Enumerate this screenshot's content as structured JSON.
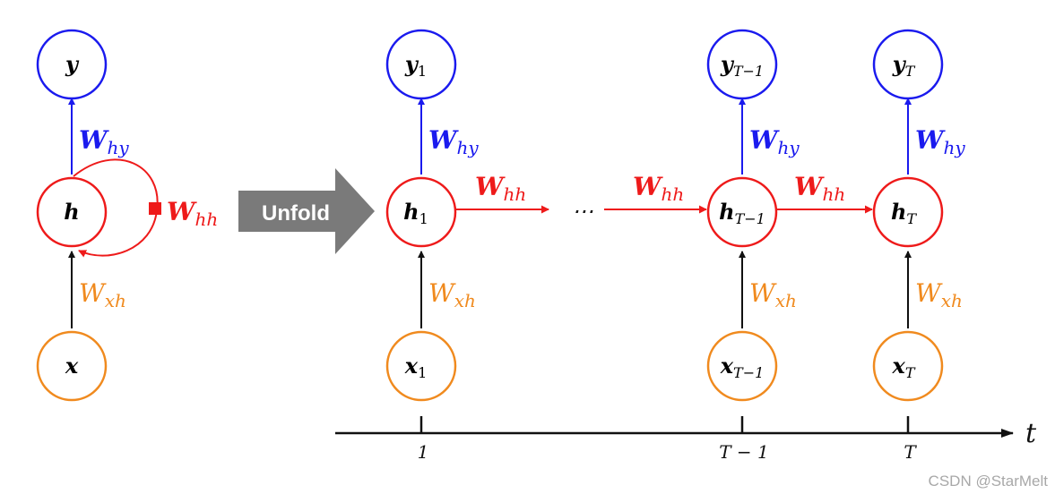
{
  "colors": {
    "output": "#1a1aee",
    "hidden": "#ee1a1a",
    "input": "#f08a1e",
    "unfold": "#7a7a7a",
    "axis": "#111111"
  },
  "folded": {
    "y": {
      "base": "y",
      "sub": ""
    },
    "h": {
      "base": "h",
      "sub": ""
    },
    "x": {
      "base": "x",
      "sub": ""
    },
    "w_hy": {
      "base": "W",
      "sub": "hy"
    },
    "w_hh": {
      "base": "W",
      "sub": "hh"
    },
    "w_xh": {
      "base": "W",
      "sub": "xh"
    }
  },
  "unfold_label": "Unfold",
  "columns": [
    {
      "y": "y",
      "y_sub": "1",
      "h": "h",
      "h_sub": "1",
      "x": "x",
      "x_sub": "1",
      "w_hy": "W",
      "w_hy_sub": "hy",
      "w_xh": "W",
      "w_xh_sub": "xh",
      "tick": "1"
    },
    {
      "y": "y",
      "y_sub": "T−1",
      "h": "h",
      "h_sub": "T−1",
      "x": "x",
      "x_sub": "T−1",
      "w_hy": "W",
      "w_hy_sub": "hy",
      "w_xh": "W",
      "w_xh_sub": "xh",
      "tick": "T − 1"
    },
    {
      "y": "y",
      "y_sub": "T",
      "h": "h",
      "h_sub": "T",
      "x": "x",
      "x_sub": "T",
      "w_hy": "W",
      "w_hy_sub": "hy",
      "w_xh": "W",
      "w_xh_sub": "xh",
      "tick": "T"
    }
  ],
  "horizontal_weights": [
    {
      "base": "W",
      "sub": "hh"
    },
    {
      "base": "W",
      "sub": "hh"
    },
    {
      "base": "W",
      "sub": "hh"
    }
  ],
  "ellipsis": "⋯",
  "axis_label": "t",
  "watermark": "CSDN @StarMelt"
}
